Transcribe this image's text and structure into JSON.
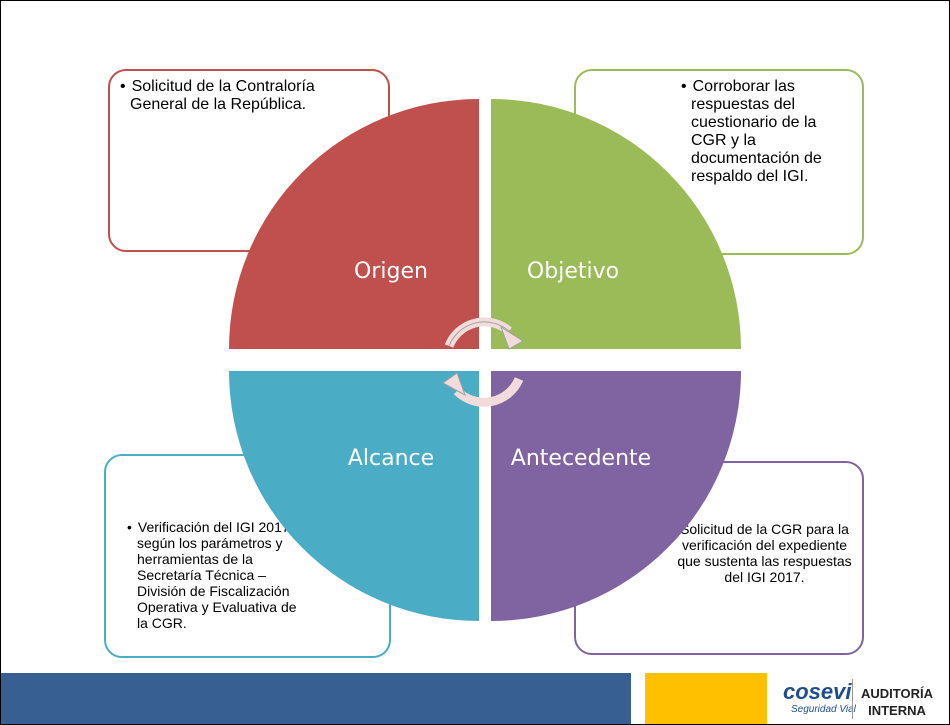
{
  "quadrants": {
    "origen": {
      "label": "Origen",
      "color": "#c0504d"
    },
    "objetivo": {
      "label": "Objetivo",
      "color": "#9bbb59"
    },
    "alcance": {
      "label": "Alcance",
      "color": "#4bacc6"
    },
    "antecedente": {
      "label": "Antecedente",
      "color": "#8064a2"
    }
  },
  "boxes": {
    "origen": {
      "bullet": "•",
      "text": "Solicitud de la Contraloría General de la República."
    },
    "objetivo": {
      "bullet": "•",
      "text": "Corroborar las respuestas del cuestionario de la CGR y la documentación de respaldo del IGI."
    },
    "alcance": {
      "bullet": "•",
      "text": "Verificación del IGI 2017 según los parámetros y herramientas de la Secretaría Técnica – División de Fiscalización Operativa y Evaluativa de la CGR."
    },
    "antecedente": {
      "text": "Solicitud de la CGR para la verificación del expediente que sustenta las respuestas del IGI 2017."
    }
  },
  "footer": {
    "logo_main": "cosevi",
    "logo_sub": "Seguridad Vial",
    "auditoria_line1": "AUDITORÍA",
    "auditoria_line2": "INTERNA",
    "blue_bar_color": "#375f92",
    "yellow_bar_color": "#ffc000"
  }
}
